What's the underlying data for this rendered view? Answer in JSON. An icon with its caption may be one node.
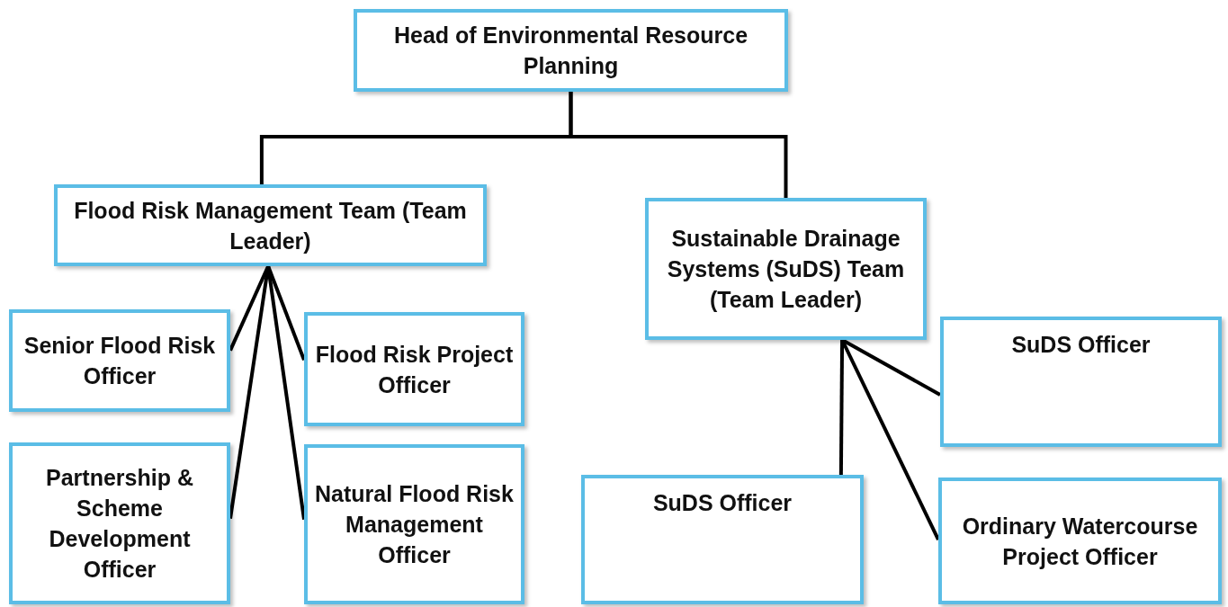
{
  "diagram": {
    "nodes": [
      {
        "text": [
          "Head of Environmental Resource Planning"
        ]
      },
      {
        "text": [
          "Flood Risk Management Team (Team Leader)"
        ]
      },
      {
        "text": [
          "Sustainable Drainage Systems (SuDS) Team (Team Leader)"
        ]
      },
      {
        "text": [
          "Senior Flood Risk Officer"
        ]
      },
      {
        "text": [
          "Flood Risk Project Officer"
        ]
      },
      {
        "text": [
          "SuDS Officer"
        ]
      },
      {
        "text": [
          "Partnership & Scheme Development Officer"
        ]
      },
      {
        "text": [
          "Natural Flood Risk Management Officer"
        ]
      },
      {
        "text": [
          "SuDS Officer"
        ]
      },
      {
        "text": [
          "Ordinary Watercourse Project Officer"
        ]
      }
    ],
    "edges": [
      {
        "from": 0,
        "to": 1,
        "arrow": "none"
      },
      {
        "from": 0,
        "to": 2,
        "arrow": "none"
      },
      {
        "from": 1,
        "to": 3,
        "arrow": "none"
      },
      {
        "from": 1,
        "to": 4,
        "arrow": "none"
      },
      {
        "from": 1,
        "to": 6,
        "arrow": "none"
      },
      {
        "from": 1,
        "to": 7,
        "arrow": "none"
      },
      {
        "from": 2,
        "to": 5,
        "arrow": "none"
      },
      {
        "from": 2,
        "to": 8,
        "arrow": "none"
      },
      {
        "from": 2,
        "to": 9,
        "arrow": "none"
      }
    ]
  }
}
